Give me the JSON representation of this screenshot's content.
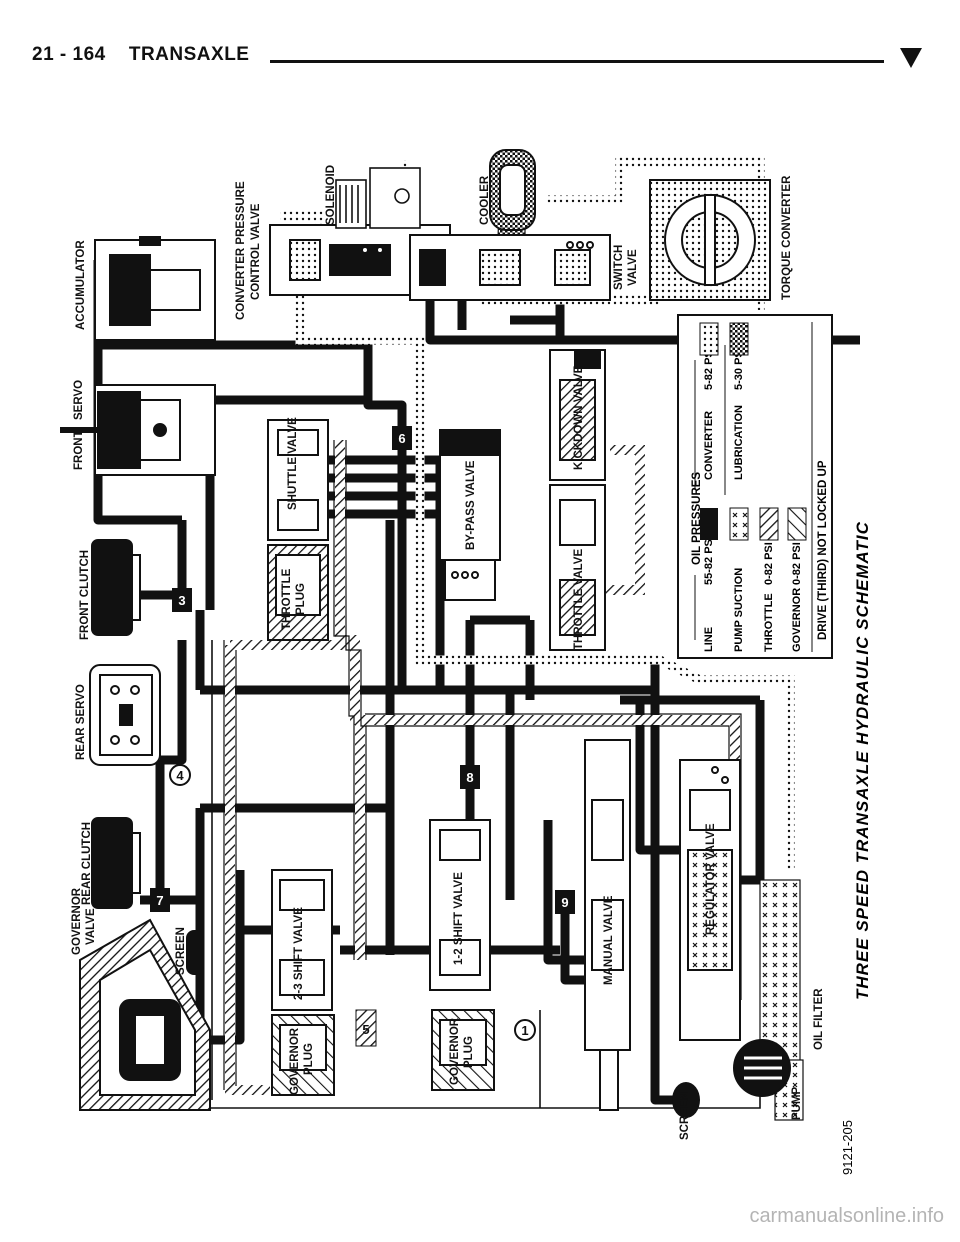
{
  "header": {
    "page": "21 - 164",
    "section": "TRANSAXLE"
  },
  "caption": "THREE SPEED TRANSAXLE HYDRAULIC SCHEMATIC",
  "figure_id": "9121-205",
  "watermark": "carmanualsonline.info",
  "labels": {
    "governor_valve": [
      "GOVERNOR",
      "VALVE"
    ],
    "rear_clutch": "REAR CLUTCH",
    "rear_servo": "REAR SERVO",
    "front_clutch": "FRONT CLUTCH",
    "front_servo": [
      "FRONT",
      "SERVO"
    ],
    "accumulator": "ACCUMULATOR",
    "converter_pressure_control_valve": [
      "CONVERTER PRESSURE",
      "CONTROL VALVE"
    ],
    "solenoid": "SOLENOID",
    "cooler": "COOLER",
    "switch_valve": [
      "SWITCH",
      "VALVE"
    ],
    "torque_converter": "TORQUE CONVERTER",
    "screen_top": "SCREEN",
    "shuttle_valve": "SHUTTLE VALVE",
    "throttle_plug": [
      "THROTTLE",
      "PLUG"
    ],
    "bypass_valve": "BY-PASS VALVE",
    "kickdown_valve": "KICKDOWN VALVE",
    "throttle_valve": "THROTTLE VALVE",
    "shift_valve_23": "2-3 SHIFT VALVE",
    "shift_valve_12": "1-2 SHIFT VALVE",
    "governor_plug_1": [
      "GOVERNOR",
      "PLUG"
    ],
    "governor_plug_2": [
      "GOVERNOR",
      "PLUG"
    ],
    "manual_valve": "MANUAL VALVE",
    "regulator_valve": "REGULATOR VALVE",
    "oil_filter": "OIL FILTER",
    "screen_bottom": "SCREEN",
    "pump": "PUMP"
  },
  "circuit_numbers": [
    "3",
    "4",
    "7",
    "6",
    "8",
    "9",
    "1",
    "5"
  ],
  "legend": {
    "title": "OIL PRESSURES",
    "rows_left": [
      {
        "name": "LINE",
        "value": "55-82 PSI",
        "pattern": "solid"
      },
      {
        "name": "PUMP SUCTION",
        "value": "",
        "pattern": "x"
      },
      {
        "name": "THROTTLE",
        "value": "0-82 PSI",
        "pattern": "hatch"
      },
      {
        "name": "GOVERNOR",
        "value": "0-82 PSI",
        "pattern": "hatch2"
      }
    ],
    "rows_right": [
      {
        "name": "CONVERTER",
        "value": "5-82 PSI",
        "pattern": "dots"
      },
      {
        "name": "LUBRICATION",
        "value": "5-30 PSI",
        "pattern": "checker"
      }
    ],
    "mode": "DRIVE (THIRD) NOT LOCKED UP"
  },
  "colors": {
    "ink": "#111111",
    "paper": "#ffffff",
    "watermark": "#b4b4b4"
  }
}
